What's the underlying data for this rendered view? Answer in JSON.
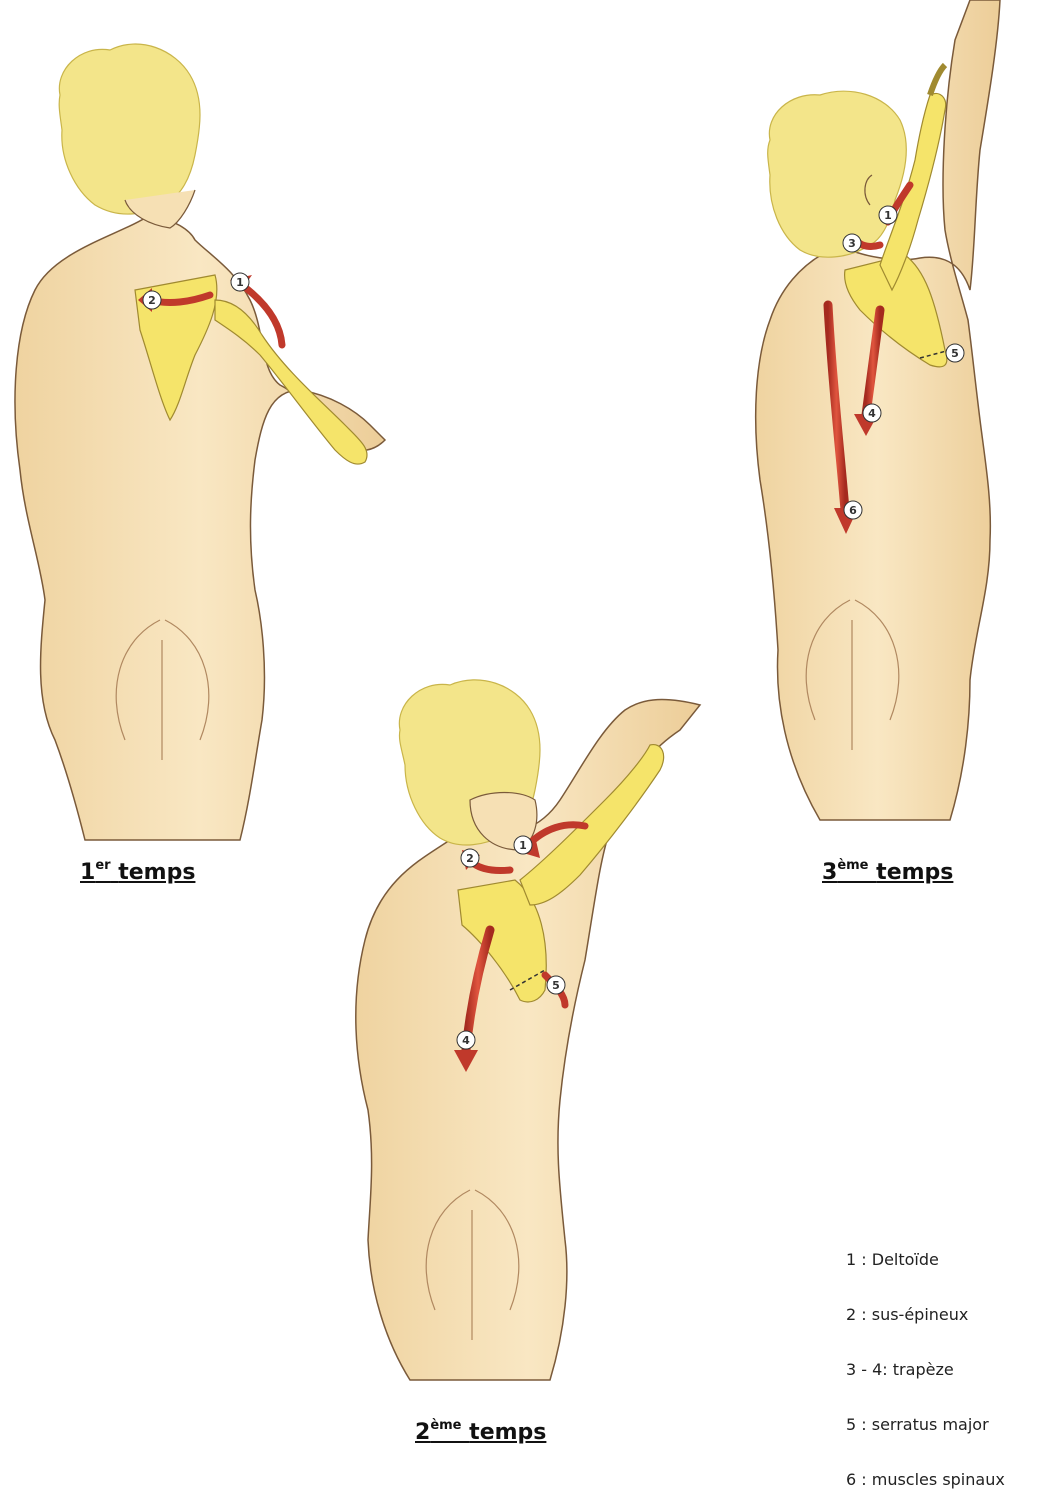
{
  "captions": {
    "first": {
      "num": "1",
      "sup": "er",
      "word": "temps"
    },
    "second": {
      "num": "2",
      "sup": "ème",
      "word": "temps"
    },
    "third": {
      "num": "3",
      "sup": "ème",
      "word": "temps"
    }
  },
  "legend": [
    "1 : Deltoïde",
    "2 : sus-épineux",
    "3 - 4: trapèze",
    "5 : serratus major",
    "6 : muscles spinaux"
  ],
  "markers": {
    "fig1": [
      "1",
      "2"
    ],
    "fig2": [
      "1",
      "2",
      "4",
      "5"
    ],
    "fig3": [
      "1",
      "3",
      "4",
      "5",
      "6"
    ]
  },
  "colors": {
    "skin": "#f6e0b4",
    "skin_outline": "#7a5a3a",
    "hair": "#f3e58a",
    "bone": "#f5e46a",
    "arrow": "#c0392b"
  }
}
